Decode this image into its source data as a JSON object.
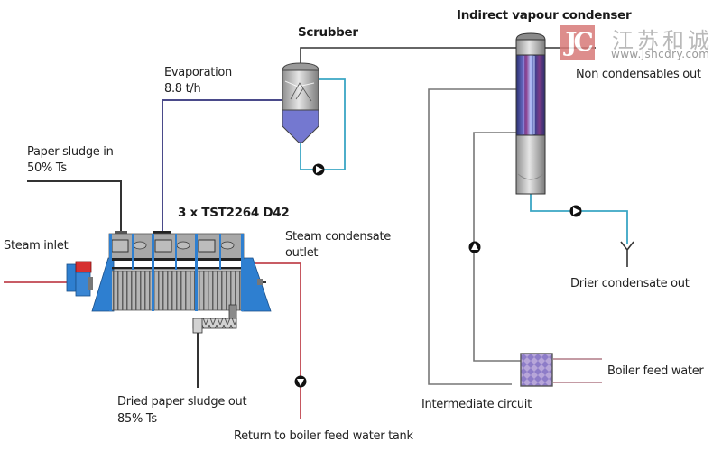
{
  "diagram": {
    "title": "Paper sludge drying process flow",
    "labels": {
      "scrubber": "Scrubber",
      "indirect_condenser": "Indirect vapour condenser",
      "evaporation_line1": "Evaporation",
      "evaporation_line2": "8.8 t/h",
      "sludge_in_line1": "Paper sludge in",
      "sludge_in_line2": "50% Ts",
      "dryer_model": "3 x TST2264 D42",
      "steam_inlet": "Steam inlet",
      "steam_condensate_line1": "Steam condensate",
      "steam_condensate_line2": "outlet",
      "dried_sludge_line1": "Dried paper sludge out",
      "dried_sludge_line2": "85% Ts",
      "return_boiler": "Return to boiler feed water tank",
      "non_condensables": "Non condensables out",
      "drier_condensate": "Drier condensate out",
      "boiler_feed_water": "Boiler feed water",
      "intermediate_circuit": "Intermediate circuit"
    },
    "components": [
      {
        "id": "dryer",
        "name": "Disc dryer",
        "count": 3,
        "model": "TST2264 D42"
      },
      {
        "id": "scrubber",
        "name": "Scrubber"
      },
      {
        "id": "condenser",
        "name": "Indirect vapour condenser"
      },
      {
        "id": "heat-exchanger",
        "name": "Plate heat exchanger"
      },
      {
        "id": "pump-scrubber",
        "name": "Scrubber circulation pump"
      },
      {
        "id": "pump-condensate",
        "name": "Drier condensate pump"
      },
      {
        "id": "pump-intermediate",
        "name": "Intermediate circuit pump"
      },
      {
        "id": "pump-steam-condensate",
        "name": "Steam condensate return pump"
      }
    ],
    "flows": {
      "evaporation_rate": "8.8 t/h",
      "sludge_in_dry_solids": "50% Ts",
      "sludge_out_dry_solids": "85% Ts"
    },
    "colors": {
      "vapour_line": "#4a4a8a",
      "steam_line": "#c0454f",
      "water_line": "#3aa6c4",
      "gray_line": "#777777",
      "dryer_frame": "#2e7fd0",
      "dryer_body": "#a8a8a8",
      "scrubber_liquid": "#7478d0",
      "motor_red": "#d63030"
    }
  },
  "watermark": {
    "logo": "JC",
    "company_cn": "江苏和诚",
    "url": "www.jshcdry.com"
  }
}
